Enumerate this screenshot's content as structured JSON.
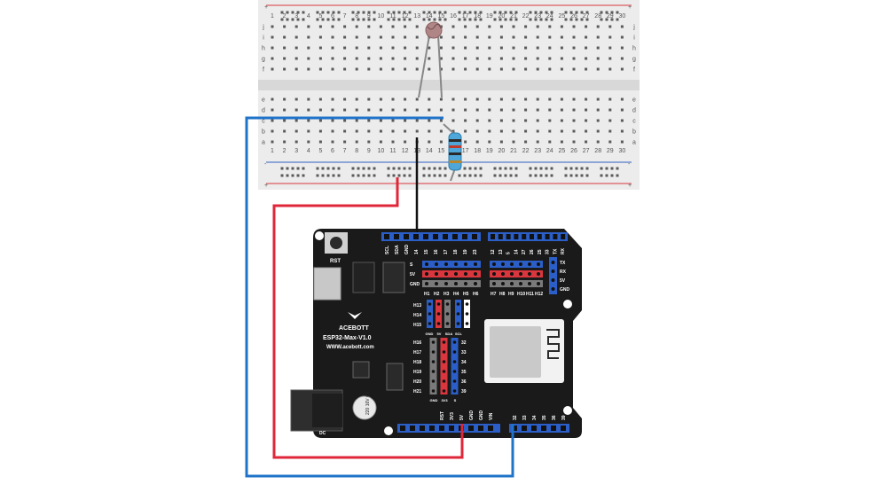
{
  "breadboard": {
    "column_numbers": [
      "1",
      "2",
      "3",
      "4",
      "5",
      "6",
      "7",
      "8",
      "9",
      "10",
      "11",
      "12",
      "13",
      "14",
      "15",
      "16",
      "17",
      "18",
      "19",
      "20",
      "21",
      "22",
      "23",
      "24",
      "25",
      "26",
      "27",
      "28",
      "29",
      "30"
    ],
    "row_letters_upper": [
      "j",
      "i",
      "h",
      "g",
      "f"
    ],
    "row_letters_lower": [
      "e",
      "d",
      "c",
      "b",
      "a"
    ],
    "rail_plus": "+",
    "rail_minus": "-"
  },
  "board": {
    "brand": "ACEBOTT",
    "model": "ESP32-Max-V1.0",
    "website": "WWW.acebott.com",
    "reset_label": "RST",
    "top_header_labels": [
      "SCL",
      "SDA",
      "GND",
      "14",
      "15",
      "16",
      "17",
      "18",
      "19",
      "23"
    ],
    "top_header_labels_right": [
      "12",
      "13",
      "5",
      "14",
      "27",
      "26",
      "25",
      "33",
      "TX",
      "RX"
    ],
    "row_labels_left": [
      "S",
      "5V",
      "GND"
    ],
    "h_labels_top": [
      "H1",
      "H2",
      "H3",
      "H4",
      "H5",
      "H6"
    ],
    "h_labels_top_right": [
      "H7",
      "H8",
      "H9",
      "H10",
      "H11",
      "H12"
    ],
    "uart_labels": [
      "TX",
      "RX",
      "5V",
      "GND"
    ],
    "h_labels_mid": [
      "H13",
      "H14",
      "H15"
    ],
    "i2c_labels": [
      "GND",
      "5V",
      "SDA",
      "SCL"
    ],
    "h_labels_lower": [
      "H16",
      "H17",
      "H18",
      "H19",
      "H20",
      "H21"
    ],
    "pin_numbers_lower": [
      "32",
      "33",
      "34",
      "35",
      "36",
      "39"
    ],
    "lower_footer_labels": [
      "GND",
      "3V3",
      "S"
    ],
    "power_header_labels": [
      "RST",
      "3V3",
      "5V",
      "GND",
      "GND",
      "VIN"
    ],
    "analog_header_labels": [
      "32",
      "33",
      "34",
      "35",
      "36",
      "39"
    ],
    "capacitor_text": "220 16V CK",
    "dc_label": "DC"
  },
  "colors": {
    "pcb": "#1a1a1a",
    "header_blue": "#2b5fc7",
    "wire_blue": "#1f73c9",
    "wire_red": "#e0273a",
    "wire_black": "#111111",
    "breadboard": "#e9e9e9",
    "rail_red": "#d9363e",
    "rail_blue": "#3060c0"
  }
}
